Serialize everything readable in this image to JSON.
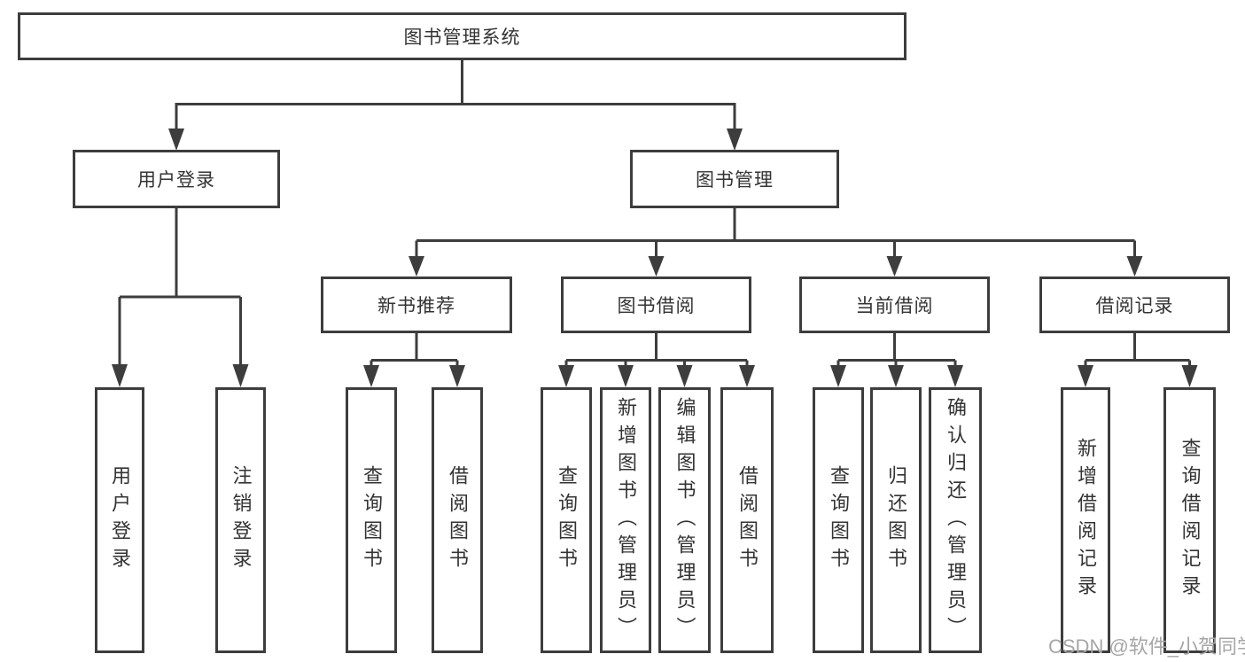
{
  "nodes": {
    "root": {
      "label": "图书管理系统"
    },
    "level2": [
      {
        "label": "用户登录"
      },
      {
        "label": "图书管理"
      }
    ],
    "level3": [
      {
        "label": "新书推荐"
      },
      {
        "label": "图书借阅"
      },
      {
        "label": "当前借阅"
      },
      {
        "label": "借阅记录"
      }
    ],
    "leaves": {
      "login": [
        {
          "label": "用户登录"
        },
        {
          "label": "注销登录"
        }
      ],
      "recommend": [
        {
          "label": "查询图书"
        },
        {
          "label": "借阅图书"
        }
      ],
      "borrow": [
        {
          "label": "查询图书"
        },
        {
          "label": "新增图书（管理员）"
        },
        {
          "label": "编辑图书（管理员）"
        },
        {
          "label": "借阅图书"
        }
      ],
      "current": [
        {
          "label": "查询图书"
        },
        {
          "label": "归还图书"
        },
        {
          "label": "确认归还（管理员）"
        }
      ],
      "records": [
        {
          "label": "新增借阅记录"
        },
        {
          "label": "查询借阅记录"
        }
      ]
    }
  },
  "watermark": {
    "text": "CSDN @软件_小贺同学"
  },
  "colors": {
    "line": "#3d3d3d",
    "text": "#333333",
    "box_fill": "#ffffff",
    "background": "#ffffff",
    "watermark": "#a6a6a6"
  }
}
